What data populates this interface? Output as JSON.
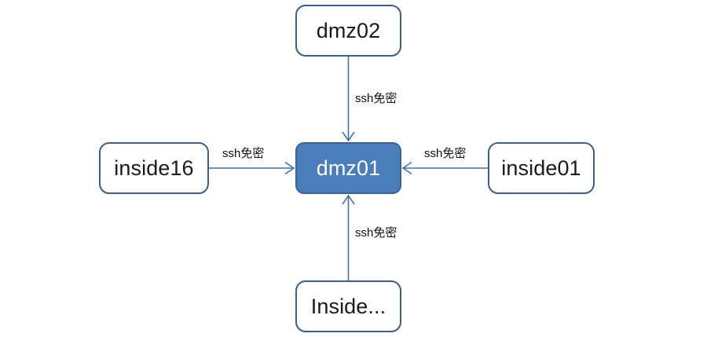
{
  "diagram": {
    "type": "network-trust-diagram",
    "colors": {
      "primary_fill": "#4A7EBB",
      "primary_border": "#3A6298",
      "node_border": "#3A5F8A",
      "node_fill": "#FFFFFF",
      "connector": "#4472A8",
      "node_text": "#1A1A1A",
      "primary_text": "#FFFFFF",
      "label_text": "#111111",
      "background": "#FFFFFF"
    },
    "nodes": [
      {
        "id": "dmz02",
        "label": "dmz02",
        "position": "top",
        "style": "outline"
      },
      {
        "id": "inside16",
        "label": "inside16",
        "position": "left",
        "style": "outline"
      },
      {
        "id": "dmz01",
        "label": "dmz01",
        "position": "center",
        "style": "filled"
      },
      {
        "id": "inside01",
        "label": "inside01",
        "position": "right",
        "style": "outline"
      },
      {
        "id": "insideX",
        "label": "Inside...",
        "position": "bottom",
        "style": "outline"
      }
    ],
    "edges": [
      {
        "id": "edge-top",
        "from": "dmz02",
        "to": "dmz01",
        "label": "ssh免密",
        "direction": "down"
      },
      {
        "id": "edge-left",
        "from": "inside16",
        "to": "dmz01",
        "label": "ssh免密",
        "direction": "right"
      },
      {
        "id": "edge-right",
        "from": "inside01",
        "to": "dmz01",
        "label": "ssh免密",
        "direction": "left"
      },
      {
        "id": "edge-bottom",
        "from": "insideX",
        "to": "dmz01",
        "label": "ssh免密",
        "direction": "up"
      }
    ]
  }
}
